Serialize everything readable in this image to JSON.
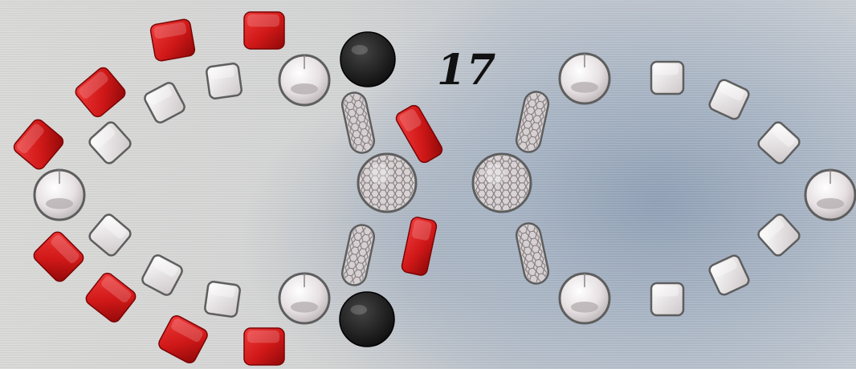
{
  "counter": "17",
  "colors": {
    "red_piece": "#d01818",
    "black_piece": "#1a1a1a",
    "space_fill": "#eae4e6",
    "space_stroke": "#5e5e5e"
  },
  "icons": {
    "board_space": "rounded-square-space",
    "round_space": "circle-space",
    "ball_space": "soccer-ball-space",
    "oval_space": "honeycomb-oval-space",
    "red_piece": "red-square-token",
    "black_piece": "black-disc-token"
  }
}
